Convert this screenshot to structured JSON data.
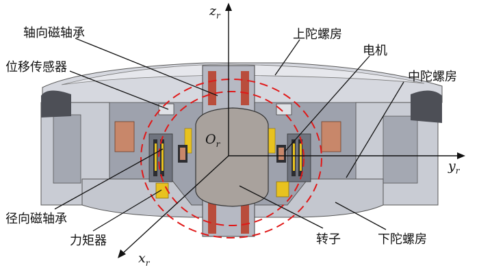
{
  "colors": {
    "housing_light": "#d5d7de",
    "housing_mid": "#b9bcc6",
    "housing_dark": "#7e828e",
    "rotor": "#a9a29d",
    "copper": "#c8876a",
    "coil_red": "#b94d3c",
    "yellow": "#e8c21f",
    "dashed_circle": "#e01818",
    "label": "#111111"
  },
  "labels": {
    "axial_bearing": "轴向磁轴承",
    "displacement_sensor": "位移传感器",
    "upper_housing": "上陀螺房",
    "motor": "电机",
    "middle_housing": "中陀螺房",
    "radial_bearing": "径向磁轴承",
    "torquer": "力矩器",
    "rotor": "转子",
    "lower_housing": "下陀螺房"
  },
  "axes": {
    "z": {
      "letter": "z",
      "sub": "r"
    },
    "y": {
      "letter": "y",
      "sub": "r"
    },
    "x": {
      "letter": "x",
      "sub": "r"
    },
    "origin": {
      "letter": "O",
      "sub": "r"
    }
  }
}
